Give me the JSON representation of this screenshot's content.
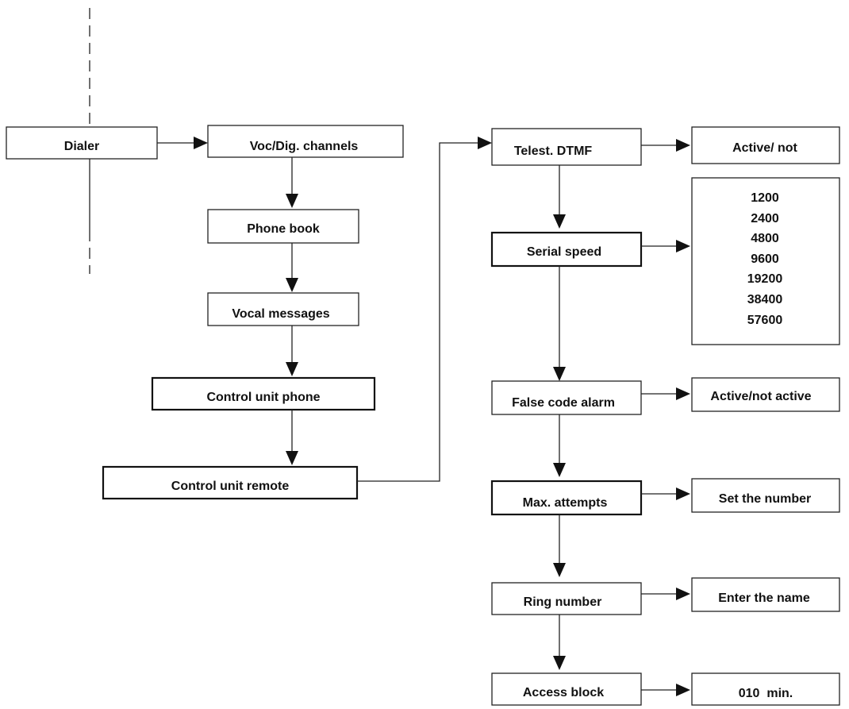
{
  "diagram": {
    "nodes": {
      "dialer": "Dialer",
      "voc_dig_channels": "Voc/Dig. channels",
      "phone_book": "Phone book",
      "vocal_messages": "Vocal messages",
      "control_unit_phone": "Control unit phone",
      "control_unit_remote": "Control unit remote",
      "telest_dtmf": "Telest. DTMF",
      "serial_speed": "Serial speed",
      "false_code_alarm": "False code alarm",
      "max_attempts": "Max. attempts",
      "ring_number": "Ring number",
      "access_block": "Access block",
      "active_not": "Active/ not",
      "active_not_active": "Active/not active",
      "set_the_number": "Set the number",
      "enter_the_name": "Enter the name",
      "min_010": "010  min."
    },
    "serial_speed_options": [
      "1200",
      "2400",
      "4800",
      "9600",
      "19200",
      "38400",
      "57600"
    ]
  }
}
